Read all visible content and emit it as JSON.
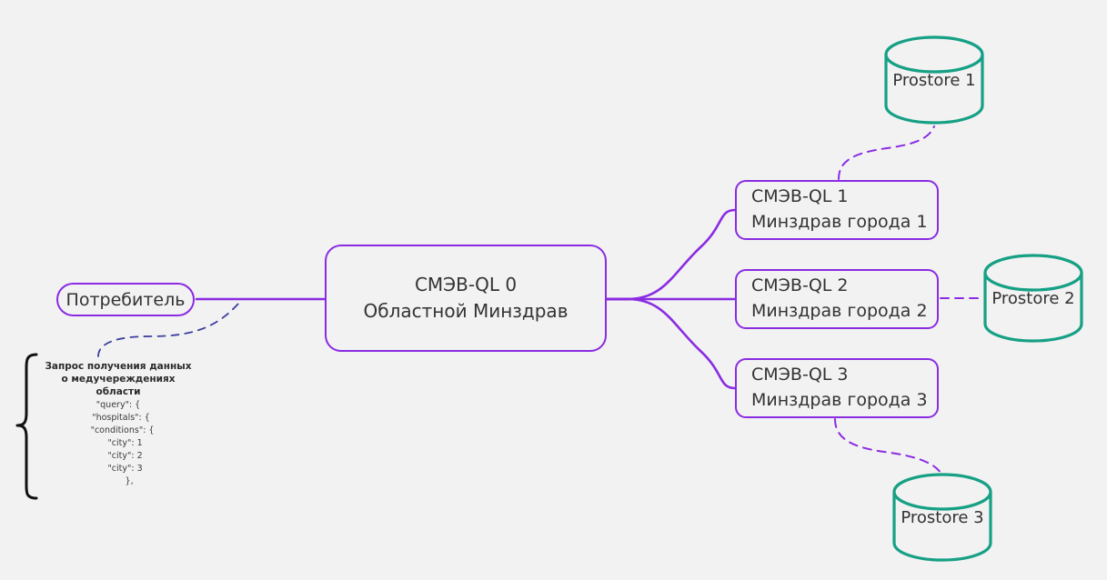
{
  "diagram": {
    "title": "SMEV-QL distributed query diagram",
    "background_color": "#f2f2f2",
    "accent_purple": "#8A2BE2",
    "accent_teal": "#16A085",
    "annotation_dash_color": "#3b3f9e"
  },
  "nodes": {
    "consumer": {
      "label": "Потребитель",
      "shape": "pill"
    },
    "center": {
      "line1": "СМЭВ-QL 0",
      "line2": "Областной Минздрав",
      "shape": "rounded-rect"
    },
    "regions": [
      {
        "line1": "СМЭВ-QL 1",
        "line2": "Минздрав города 1"
      },
      {
        "line1": "СМЭВ-QL 2",
        "line2": "Минздрав города 2"
      },
      {
        "line1": "СМЭВ-QL 3",
        "line2": "Минздрав города 3"
      }
    ],
    "stores": [
      {
        "label": "Prostore 1"
      },
      {
        "label": "Prostore 2"
      },
      {
        "label": "Prostore 3"
      }
    ]
  },
  "annotation": {
    "header": [
      "Запрос получения данных",
      "о медучереждениях",
      "области"
    ],
    "json_lines": [
      "\"query\": {",
      "  \"hospitals\": {",
      "   \"conditions\": {",
      "     \"city\": 1",
      "     \"city\": 2",
      "     \"city\": 3",
      "        },"
    ]
  }
}
